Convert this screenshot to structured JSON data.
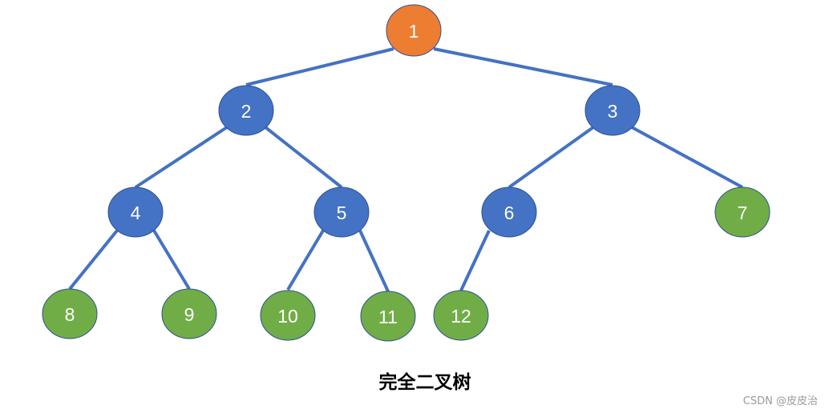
{
  "diagram": {
    "type": "binary-tree",
    "colors": {
      "root": "#ed7d31",
      "internal": "#4472c4",
      "leaf": "#70ad47",
      "edge": "#4472c4"
    },
    "nodes": [
      {
        "id": 1,
        "label": "1",
        "role": "root"
      },
      {
        "id": 2,
        "label": "2",
        "role": "internal"
      },
      {
        "id": 3,
        "label": "3",
        "role": "internal"
      },
      {
        "id": 4,
        "label": "4",
        "role": "internal"
      },
      {
        "id": 5,
        "label": "5",
        "role": "internal"
      },
      {
        "id": 6,
        "label": "6",
        "role": "internal"
      },
      {
        "id": 7,
        "label": "7",
        "role": "leaf"
      },
      {
        "id": 8,
        "label": "8",
        "role": "leaf"
      },
      {
        "id": 9,
        "label": "9",
        "role": "leaf"
      },
      {
        "id": 10,
        "label": "10",
        "role": "leaf"
      },
      {
        "id": 11,
        "label": "11",
        "role": "leaf"
      },
      {
        "id": 12,
        "label": "12",
        "role": "leaf"
      }
    ],
    "edges": [
      [
        1,
        2
      ],
      [
        1,
        3
      ],
      [
        2,
        4
      ],
      [
        2,
        5
      ],
      [
        3,
        6
      ],
      [
        3,
        7
      ],
      [
        4,
        8
      ],
      [
        4,
        9
      ],
      [
        5,
        10
      ],
      [
        5,
        11
      ],
      [
        6,
        12
      ]
    ]
  },
  "caption": "完全二叉树",
  "watermark": "CSDN @皮皮治"
}
